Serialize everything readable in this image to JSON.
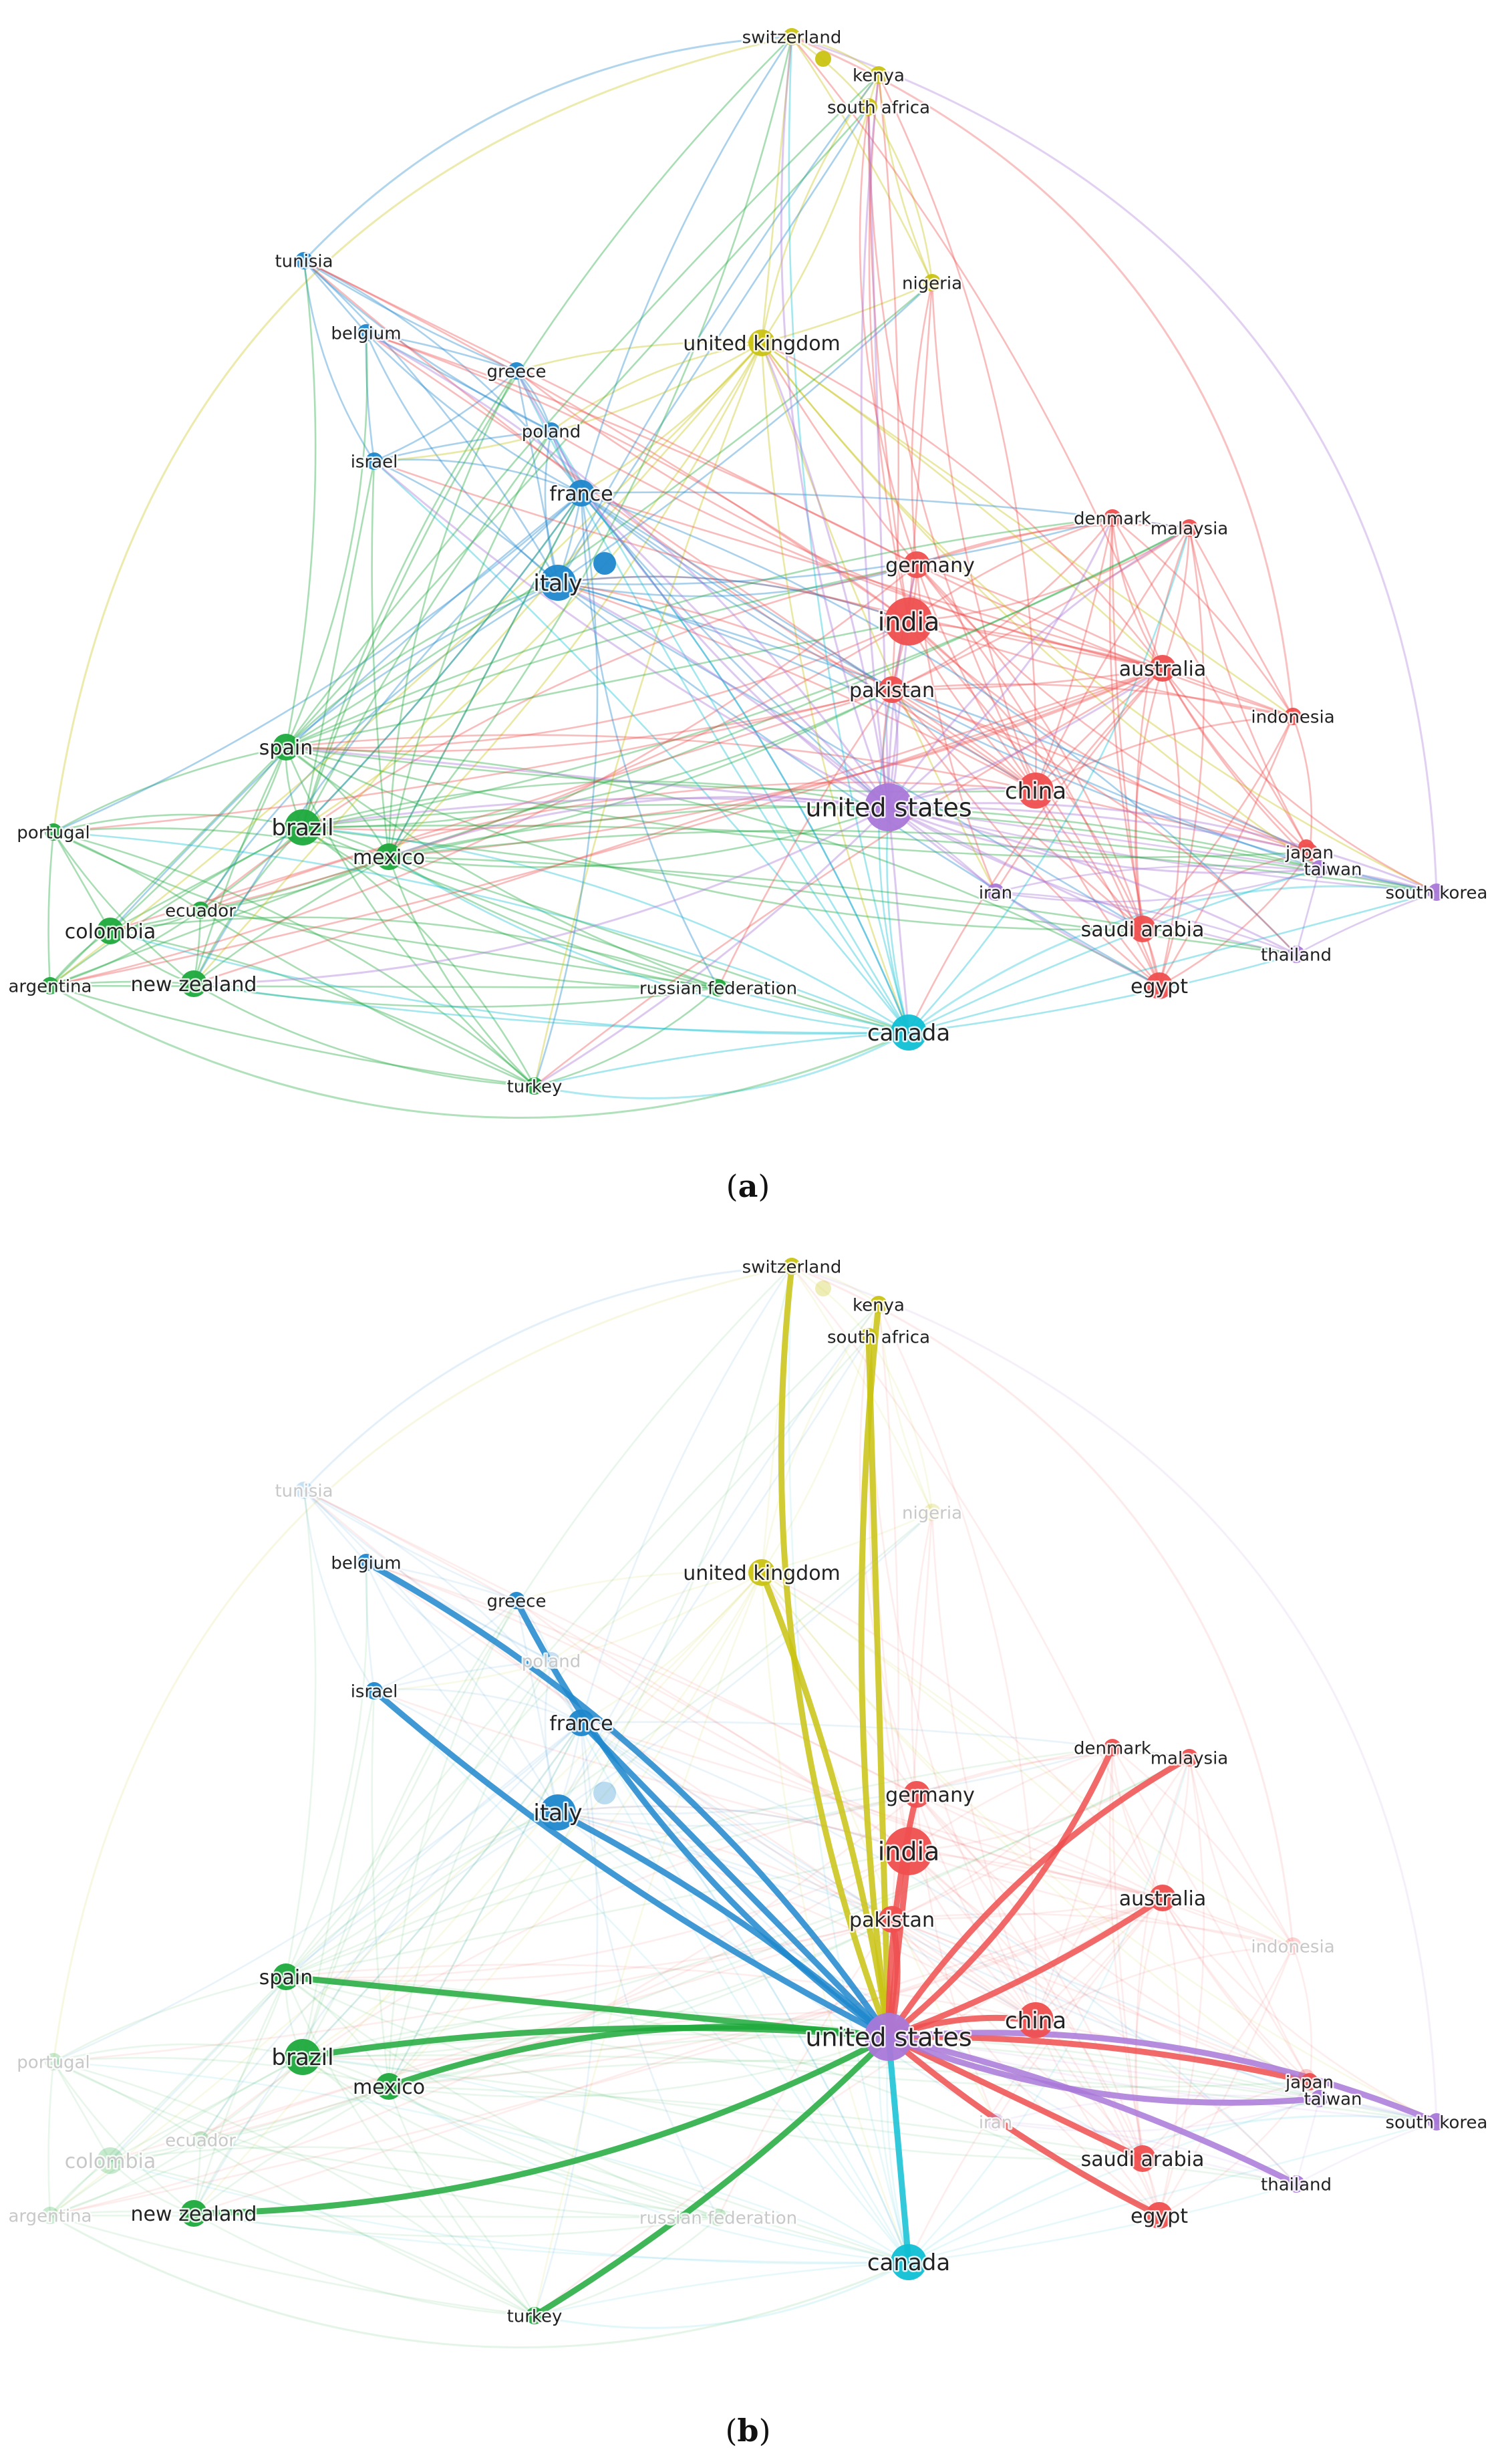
{
  "panels": [
    {
      "id": "a",
      "caption": "a",
      "mode": "full"
    },
    {
      "id": "b",
      "caption": "b",
      "mode": "focus",
      "focus_node": "united states"
    }
  ],
  "colors": {
    "red": "#ef4f4f",
    "yellow": "#c9c312",
    "blue": "#1e87cc",
    "green": "#1ea93c",
    "purple": "#a978d8",
    "cyan": "#10bfd3"
  },
  "nodes": [
    {
      "id": "switzerland",
      "label": "switzerland",
      "cluster": "yellow",
      "size": 1
    },
    {
      "id": "kenya",
      "label": "kenya",
      "cluster": "yellow",
      "size": 1
    },
    {
      "id": "south africa",
      "label": "south africa",
      "cluster": "yellow",
      "size": 1
    },
    {
      "id": "nigeria",
      "label": "nigeria",
      "cluster": "yellow",
      "size": 1
    },
    {
      "id": "united kingdom",
      "label": "united kingdom",
      "cluster": "yellow",
      "size": 2
    },
    {
      "id": "tunisia",
      "label": "tunisia",
      "cluster": "blue",
      "size": 1
    },
    {
      "id": "belgium",
      "label": "belgium",
      "cluster": "blue",
      "size": 1
    },
    {
      "id": "greece",
      "label": "greece",
      "cluster": "blue",
      "size": 1
    },
    {
      "id": "poland",
      "label": "poland",
      "cluster": "blue",
      "size": 1
    },
    {
      "id": "israel",
      "label": "israel",
      "cluster": "blue",
      "size": 1
    },
    {
      "id": "france",
      "label": "france",
      "cluster": "blue",
      "size": 2
    },
    {
      "id": "italy",
      "label": "italy",
      "cluster": "blue",
      "size": 3
    },
    {
      "id": "denmark",
      "label": "denmark",
      "cluster": "red",
      "size": 1
    },
    {
      "id": "malaysia",
      "label": "malaysia",
      "cluster": "red",
      "size": 1
    },
    {
      "id": "germany",
      "label": "germany",
      "cluster": "red",
      "size": 2
    },
    {
      "id": "india",
      "label": "india",
      "cluster": "red",
      "size": 4
    },
    {
      "id": "australia",
      "label": "australia",
      "cluster": "red",
      "size": 2
    },
    {
      "id": "pakistan",
      "label": "pakistan",
      "cluster": "red",
      "size": 2
    },
    {
      "id": "indonesia",
      "label": "indonesia",
      "cluster": "red",
      "size": 1
    },
    {
      "id": "china",
      "label": "china",
      "cluster": "red",
      "size": 3
    },
    {
      "id": "japan",
      "label": "japan",
      "cluster": "red",
      "size": 1
    },
    {
      "id": "saudi arabia",
      "label": "saudi arabia",
      "cluster": "red",
      "size": 2
    },
    {
      "id": "egypt",
      "label": "egypt",
      "cluster": "red",
      "size": 2
    },
    {
      "id": "united states",
      "label": "united states",
      "cluster": "purple",
      "size": 4
    },
    {
      "id": "iran",
      "label": "iran",
      "cluster": "purple",
      "size": 1
    },
    {
      "id": "taiwan",
      "label": "taiwan",
      "cluster": "purple",
      "size": 1
    },
    {
      "id": "south korea",
      "label": "south korea",
      "cluster": "purple",
      "size": 1
    },
    {
      "id": "thailand",
      "label": "thailand",
      "cluster": "purple",
      "size": 1
    },
    {
      "id": "spain",
      "label": "spain",
      "cluster": "green",
      "size": 2
    },
    {
      "id": "portugal",
      "label": "portugal",
      "cluster": "green",
      "size": 1
    },
    {
      "id": "brazil",
      "label": "brazil",
      "cluster": "green",
      "size": 3
    },
    {
      "id": "mexico",
      "label": "mexico",
      "cluster": "green",
      "size": 2
    },
    {
      "id": "ecuador",
      "label": "ecuador",
      "cluster": "green",
      "size": 1
    },
    {
      "id": "colombia",
      "label": "colombia",
      "cluster": "green",
      "size": 2
    },
    {
      "id": "argentina",
      "label": "argentina",
      "cluster": "green",
      "size": 1
    },
    {
      "id": "new zealand",
      "label": "new zealand",
      "cluster": "green",
      "size": 2
    },
    {
      "id": "russian federation",
      "label": "russian federation",
      "cluster": "green",
      "size": 1
    },
    {
      "id": "turkey",
      "label": "turkey",
      "cluster": "green",
      "size": 1
    },
    {
      "id": "canada",
      "label": "canada",
      "cluster": "cyan",
      "size": 3
    }
  ],
  "focus_links": [
    "switzerland",
    "kenya",
    "south africa",
    "united kingdom",
    "belgium",
    "greece",
    "israel",
    "france",
    "italy",
    "denmark",
    "malaysia",
    "germany",
    "india",
    "australia",
    "pakistan",
    "china",
    "japan",
    "saudi arabia",
    "egypt",
    "taiwan",
    "south korea",
    "thailand",
    "spain",
    "brazil",
    "mexico",
    "new zealand",
    "turkey",
    "canada"
  ]
}
